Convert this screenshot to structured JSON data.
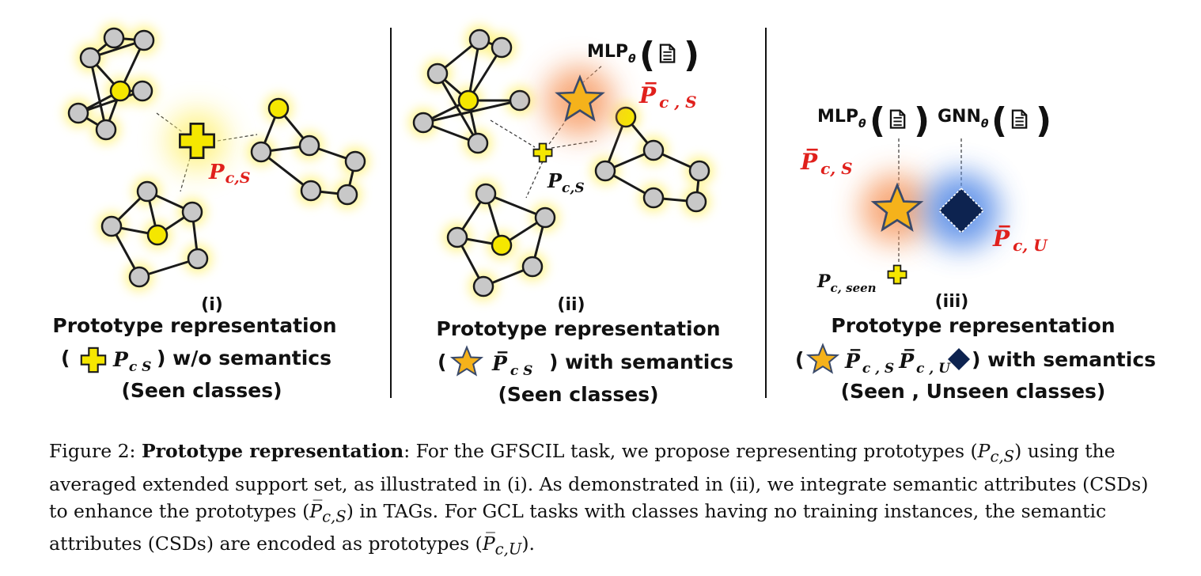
{
  "panels": [
    {
      "index": "(i)",
      "title": "Prototype representation",
      "line2_pre": "(",
      "line2_symbol": "P",
      "line2_sub": "c S",
      "line2_post": ") w/o semantics",
      "line3": "(Seen classes)",
      "proto_label": "P",
      "proto_sub": "c,S"
    },
    {
      "index": "(ii)",
      "title": "Prototype representation",
      "line2_pre": "(",
      "line2_symbol": "P̅",
      "line2_sub": "c S",
      "line2_post": ") with semantics",
      "line3": "(Seen classes)",
      "mlp_label": "MLP",
      "mlp_sub": "θ",
      "star_label": "P̅",
      "star_sub": "c , S",
      "proto_label": "P",
      "proto_sub": "c,S"
    },
    {
      "index": "(iii)",
      "title": "Prototype representation",
      "line2_pre": "(",
      "line2_symbol1": "P̅",
      "line2_sub1": "c , S",
      "line2_symbol2": "P̅",
      "line2_sub2": "c , U",
      "line2_post": ") with semantics",
      "line3": "(Seen , Unseen classes)",
      "mlp_label": "MLP",
      "mlp_sub": "θ",
      "gnn_label": "GNN",
      "gnn_sub": "θ",
      "star_label": "P̅",
      "star_sub": "c, S",
      "diamond_label": "P̅",
      "diamond_sub": "c, U",
      "proto_label": "P",
      "proto_sub": "c, seen"
    }
  ],
  "caption": {
    "prefix": "Figure 2: ",
    "bold": "Prototype representation",
    "s1": ": For the GFSCIL task, we propose representing prototypes (",
    "m1": "P",
    "m1sub": "c,S",
    "s2": ") using the averaged extended support set, as illustrated in (i). As demonstrated in (ii), we integrate semantic attributes (CSDs) to enhance the prototypes (",
    "m2": "P̅",
    "m2sub": "c,S",
    "s3": ") in TAGs. For GCL tasks with classes having no training instances, the semantic attributes (CSDs) are encoded as prototypes (",
    "m3": "P̅",
    "m3sub": "c,U",
    "s4": ")."
  },
  "colors": {
    "node": "#c8c8c8",
    "center_node": "#f5e700",
    "glow": "#fff27a",
    "star": "#f5b21b",
    "star_glow": "#f7a06c",
    "diamond": "#0d2350",
    "diamond_glow": "#5b8fe8",
    "red_label": "#e0201c"
  }
}
